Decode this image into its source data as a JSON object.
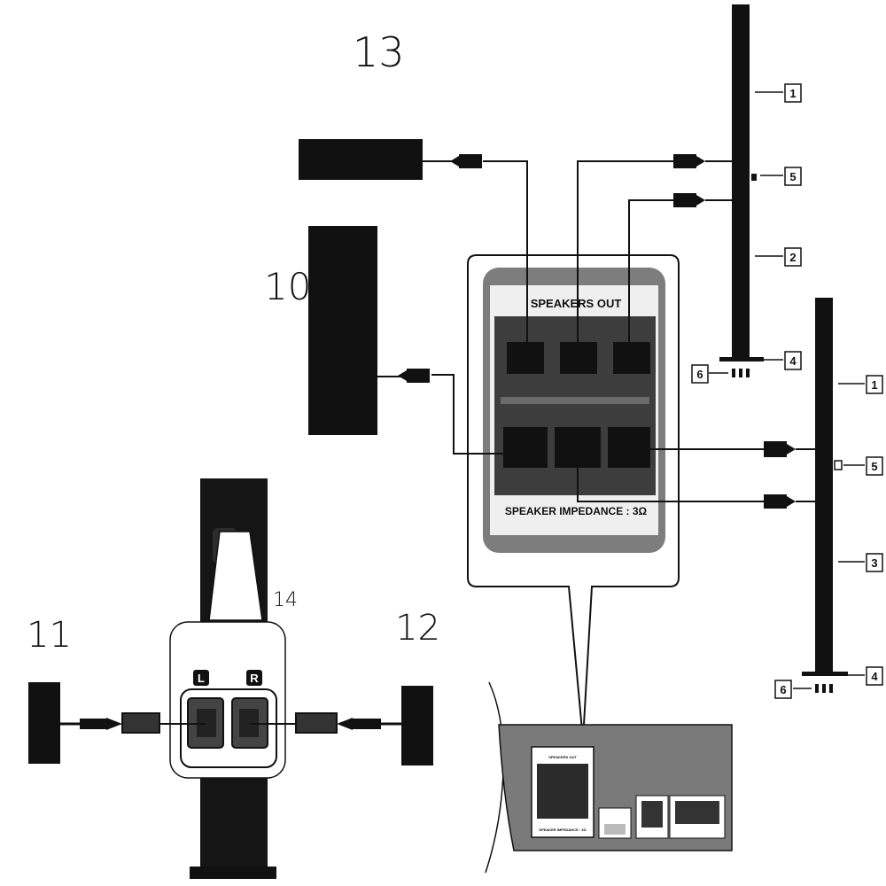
{
  "labels": {
    "front_speakers": "13",
    "center_speaker": "10",
    "rear_left_speaker": "11",
    "rear_right_speaker": "12",
    "wireless_module": "14"
  },
  "panel": {
    "title": "SPEAKERS OUT",
    "impedance": "SPEAKER IMPEDANCE : 3Ω"
  },
  "module_panel": {
    "left": "L",
    "right": "R"
  },
  "callouts_top": [
    "1",
    "5",
    "2",
    "4",
    "6"
  ],
  "callouts_bottom": [
    "1",
    "5",
    "3",
    "4",
    "6"
  ],
  "rear_unit": {
    "speaker_out_label": "SPEAKERS OUT",
    "impedance_label": "SPEAKER IMPEDANCE : 3Ω"
  },
  "colors": {
    "ink": "#111111",
    "panel_gray": "#8a8a8a",
    "panel_dark": "#3a3a3a",
    "light_gray": "#bdbdbd"
  }
}
